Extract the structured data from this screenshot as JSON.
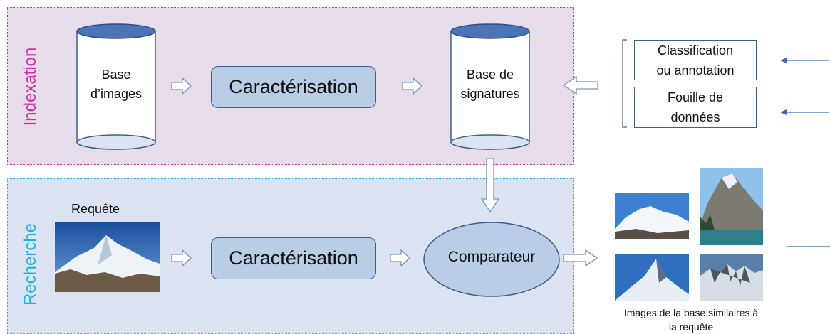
{
  "indexation": {
    "section_label": "Indexation",
    "db_images_label": "Base\nd’images",
    "characterisation_label": "Caractérisation",
    "db_signatures_label": "Base de\nsignatures"
  },
  "recherche": {
    "section_label": "Recherche",
    "query_label": "Requête",
    "characterisation_label": "Caractérisation",
    "comparator_label": "Comparateur",
    "results_caption": "Images de la base similaires à\nla requête"
  },
  "side": {
    "classification_label": "Classification\nou annotation",
    "mining_label": "Fouille de\ndonnées"
  },
  "colors": {
    "indexation_accent": "#d22ea0",
    "recherche_accent": "#1fb3e3",
    "box_fill": "#b9cde6",
    "border": "#3f5f8a"
  }
}
